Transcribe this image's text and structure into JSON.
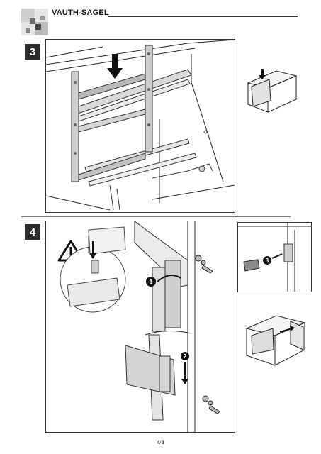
{
  "header": {
    "brand": "VAUTH-SAGEL",
    "logo_icon": "checkered-square-logo"
  },
  "steps": [
    {
      "number": "3"
    },
    {
      "number": "4"
    }
  ],
  "step4": {
    "callouts": [
      "1",
      "2",
      "3"
    ],
    "warning_icon": "warning-triangle-icon"
  },
  "footer": {
    "page_number": "4/8"
  }
}
